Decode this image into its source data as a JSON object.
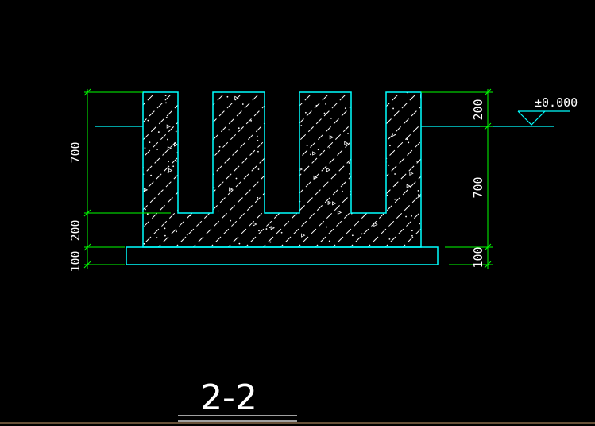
{
  "drawing": {
    "section_title": "2-2",
    "level_mark": "±0.000",
    "left_dims": {
      "top": "700",
      "middle": "200",
      "bottom": "100"
    },
    "right_dims": {
      "top": "200",
      "middle": "700",
      "bottom": "100"
    }
  },
  "colors": {
    "background": "#000000",
    "outline": "#00ffff",
    "dimension_line": "#00ff00",
    "hatch": "#ffffff",
    "text": "#ffffff"
  }
}
